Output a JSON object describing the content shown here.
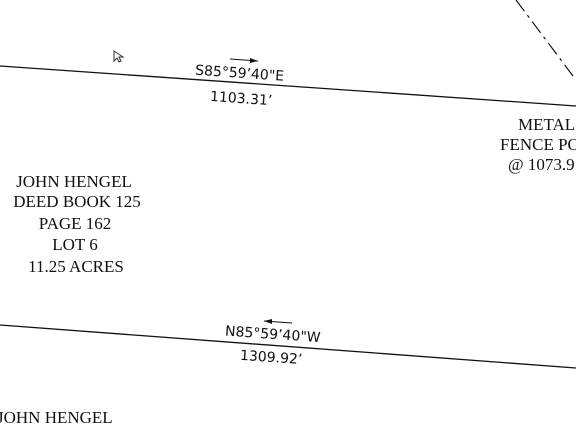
{
  "boundary_top": {
    "bearing": "S85°59’40\"E",
    "distance": "1103.31’"
  },
  "boundary_bottom": {
    "bearing": "N85°59’40\"W",
    "distance": "1309.92’"
  },
  "parcel": {
    "owner": "JOHN HENGEL",
    "deed_book": "DEED BOOK 125",
    "page": "PAGE 162",
    "lot": "LOT 6",
    "area": "11.25 ACRES"
  },
  "fence_note": {
    "line1": "METAL",
    "line2": "FENCE PO",
    "line3": "@ 1073.9"
  },
  "adjoiner": {
    "owner": "JOHN HENGEL"
  },
  "icons": {
    "cursor": "mouse-pointer-icon",
    "direction_arrow": "direction-arrow-icon"
  },
  "colors": {
    "line": "#111111",
    "background": "#ffffff"
  }
}
